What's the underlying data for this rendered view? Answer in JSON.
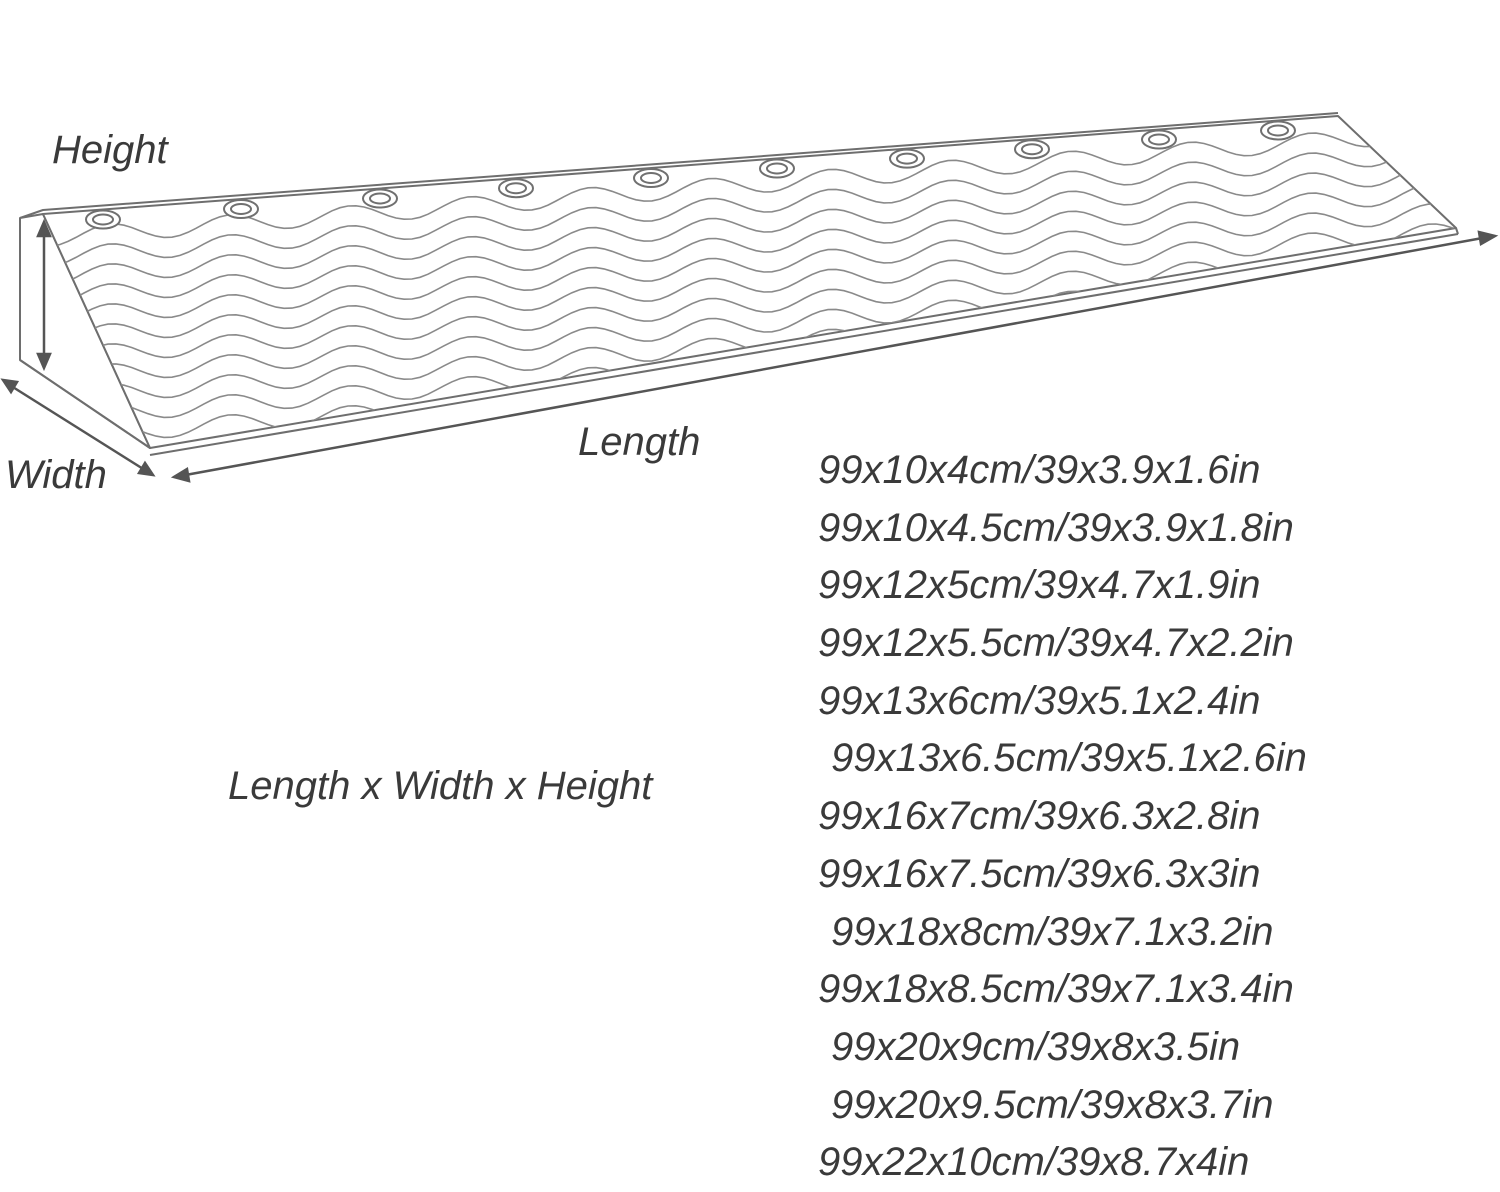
{
  "labels": {
    "height": "Height",
    "width": "Width",
    "length": "Length",
    "formula": "Length x Width x Height"
  },
  "sizes": [
    "99x10x4cm/39x3.9x1.6in",
    "99x10x4.5cm/39x3.9x1.8in",
    "99x12x5cm/39x4.7x1.9in",
    "99x12x5.5cm/39x4.7x2.2in",
    "99x13x6cm/39x5.1x2.4in",
    "99x13x6.5cm/39x5.1x2.6in",
    "99x16x7cm/39x6.3x2.8in",
    "99x16x7.5cm/39x6.3x3in",
    "99x18x8cm/39x7.1x3.2in",
    "99x18x8.5cm/39x7.1x3.4in",
    "99x20x9cm/39x8x3.5in",
    "99x20x9.5cm/39x8x3.7in",
    "99x22x10cm/39x8.7x4in"
  ],
  "colors": {
    "line": "#6e6e6e",
    "text": "#3a3a3a"
  }
}
